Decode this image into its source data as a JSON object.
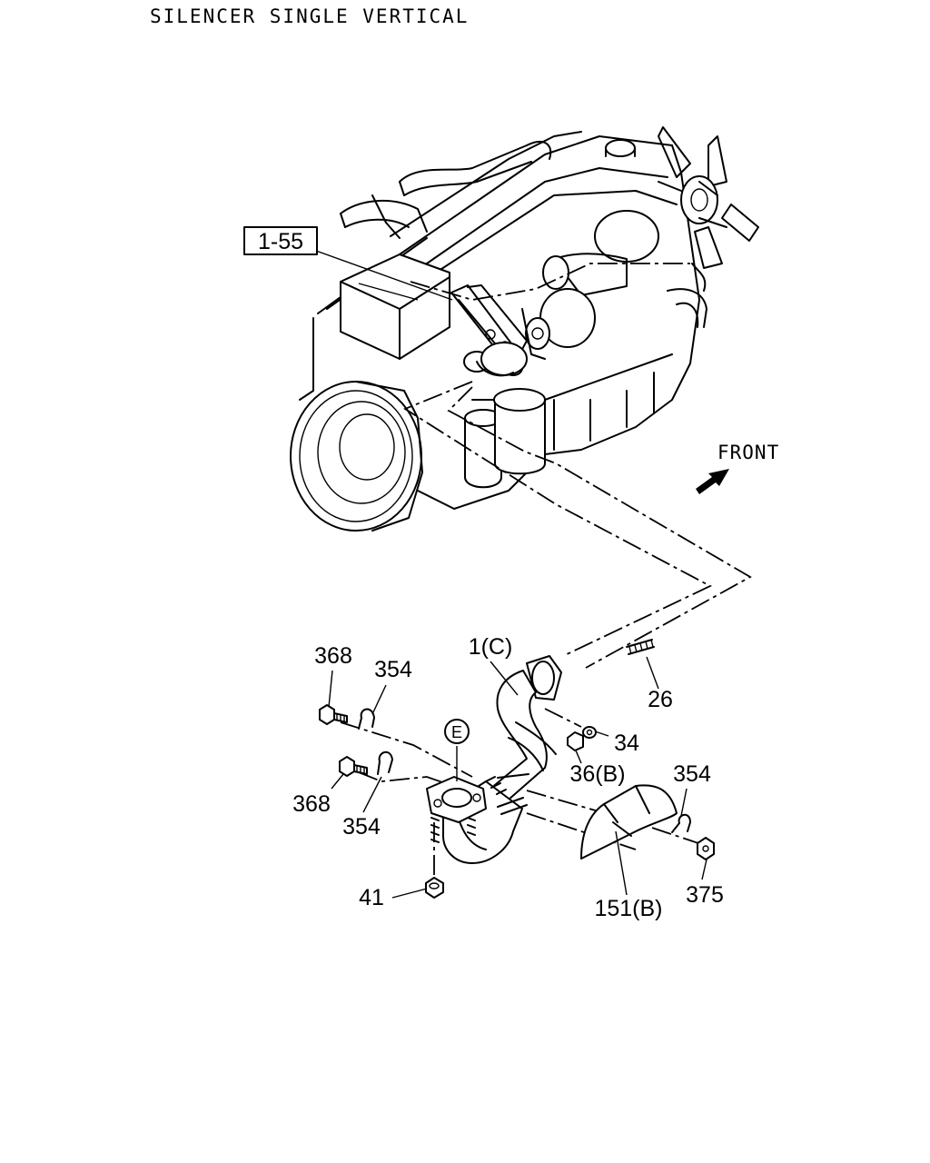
{
  "title": "SILENCER SINGLE VERTICAL",
  "direction_label": "FRONT",
  "reference_box": "1-55",
  "view_marker": "E",
  "callouts": {
    "part_1c": "1(C)",
    "part_26": "26",
    "part_34": "34",
    "part_36b": "36(B)",
    "part_368_upper": "368",
    "part_368_lower": "368",
    "part_354_upper_left": "354",
    "part_354_lower_left": "354",
    "part_354_right": "354",
    "part_41": "41",
    "part_151b": "151(B)",
    "part_375": "375"
  },
  "icons": [
    "front-direction-arrow-icon"
  ]
}
